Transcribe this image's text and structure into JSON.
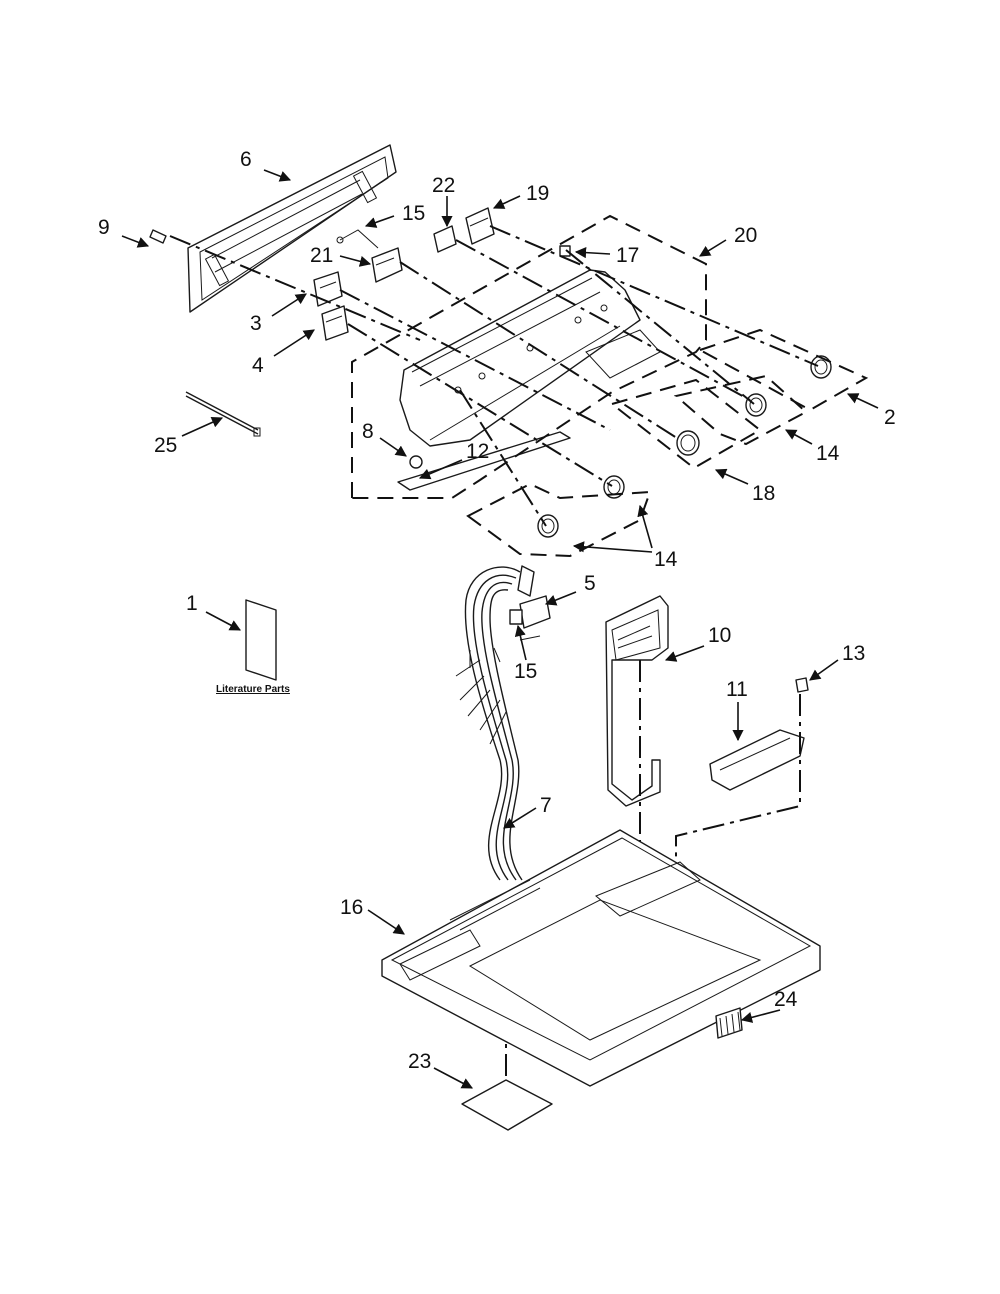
{
  "diagram": {
    "callouts": {
      "c1": "1",
      "c2": "2",
      "c3": "3",
      "c4": "4",
      "c5": "5",
      "c6": "6",
      "c7": "7",
      "c8": "8",
      "c9": "9",
      "c10": "10",
      "c11": "11",
      "c12": "12",
      "c13": "13",
      "c14a": "14",
      "c14b": "14",
      "c15a": "15",
      "c15b": "15",
      "c16": "16",
      "c17": "17",
      "c18": "18",
      "c19": "19",
      "c20": "20",
      "c21": "21",
      "c22": "22",
      "c23": "23",
      "c24": "24",
      "c25": "25"
    },
    "literature_label": "Literature Parts"
  }
}
